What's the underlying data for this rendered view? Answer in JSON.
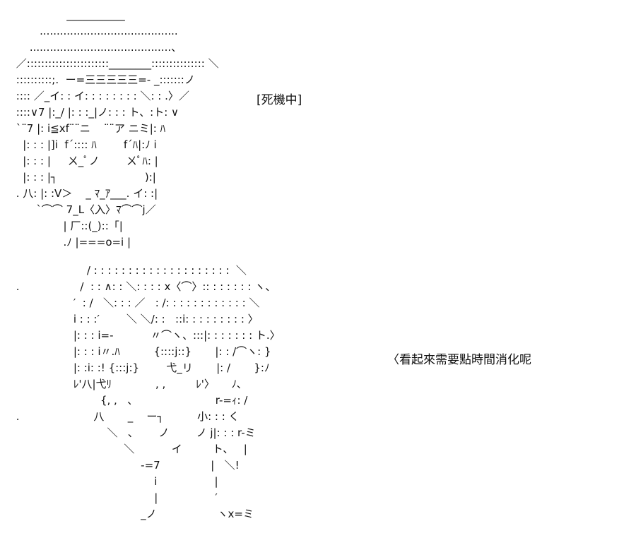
{
  "colors": {
    "background": "#ffffff",
    "ink": "#111111"
  },
  "panel_top": {
    "caption": "[死機中]",
    "art": "                ___________\n        .........................................\n     ..........................................、\n ／:::::::::::::::::::::::________::::::::::::::: ＼\n ::::::::::;.  ー=三三三三三=- _:::::::ノ\n :::: ／_イ: : イ: : : : : : : : ＼: : .〉／\n ::::∨7 |:_/ |: : :_|ノ: : : ト、:ト: ∨\n `¨7 |: i≦xf¨¨ニ    ¨¨ア ニミ|: ﾊ\n   |: : : |]i  f´:::: ﾊ        f´ﾊ|:ﾉ i\n   |: : : |     ㄨ_ﾟノ        ㄨﾟﾊ: |\n   |: : : |┐                          ):|\n . 八: |: :V＞    _ ﾏ_ｱ___. イ: :|\n       `⌒⌒ 7_L〈入〉ﾏ⌒⌒j／\n               | 厂::(_)::「|\n               .ﾉ |===o=i |"
  },
  "panel_bottom": {
    "caption": "〈看起來需要點時間消化呢",
    "art": "                      / : : : : : : : : : : : : : : : : : : : :  ＼\n .                  /  : : ∧: : ＼: : : : x〈⌒〉:: : : : : : : ヽ、\n                  ′  : /   ＼: : : ／   : /: : : : : : : : : : : : ＼\n                  i : : :′        ＼ ＼/: :   ::i: : : : : : : : : 〉\n                  |: : : i=-           〃⌒ヽ、:::|: : : : : : : ト.〉\n                  |: : : i〃.ﾊ          {::::j::}       |: : /⌒ヽ: }\n                  |: :i: :! {:::j:}        弋_リ       |: /       }:ﾉ\n                  ﾚ'八|弋ﾘ             , ,         ﾚ'〉     ﾉ､\n                          {, ,   、                       r-=ｨ: /\n .                      八       _    ー┐          小: : : く\n                            ＼   、      ノ        ノ j|: : : r-ミ\n                                 ＼           イ         ト、   |\n                                      -=7               |   ＼!\n                                          i                 |\n                                          |                 ′\n                                      _ノ                  ヽx=ミ"
  }
}
